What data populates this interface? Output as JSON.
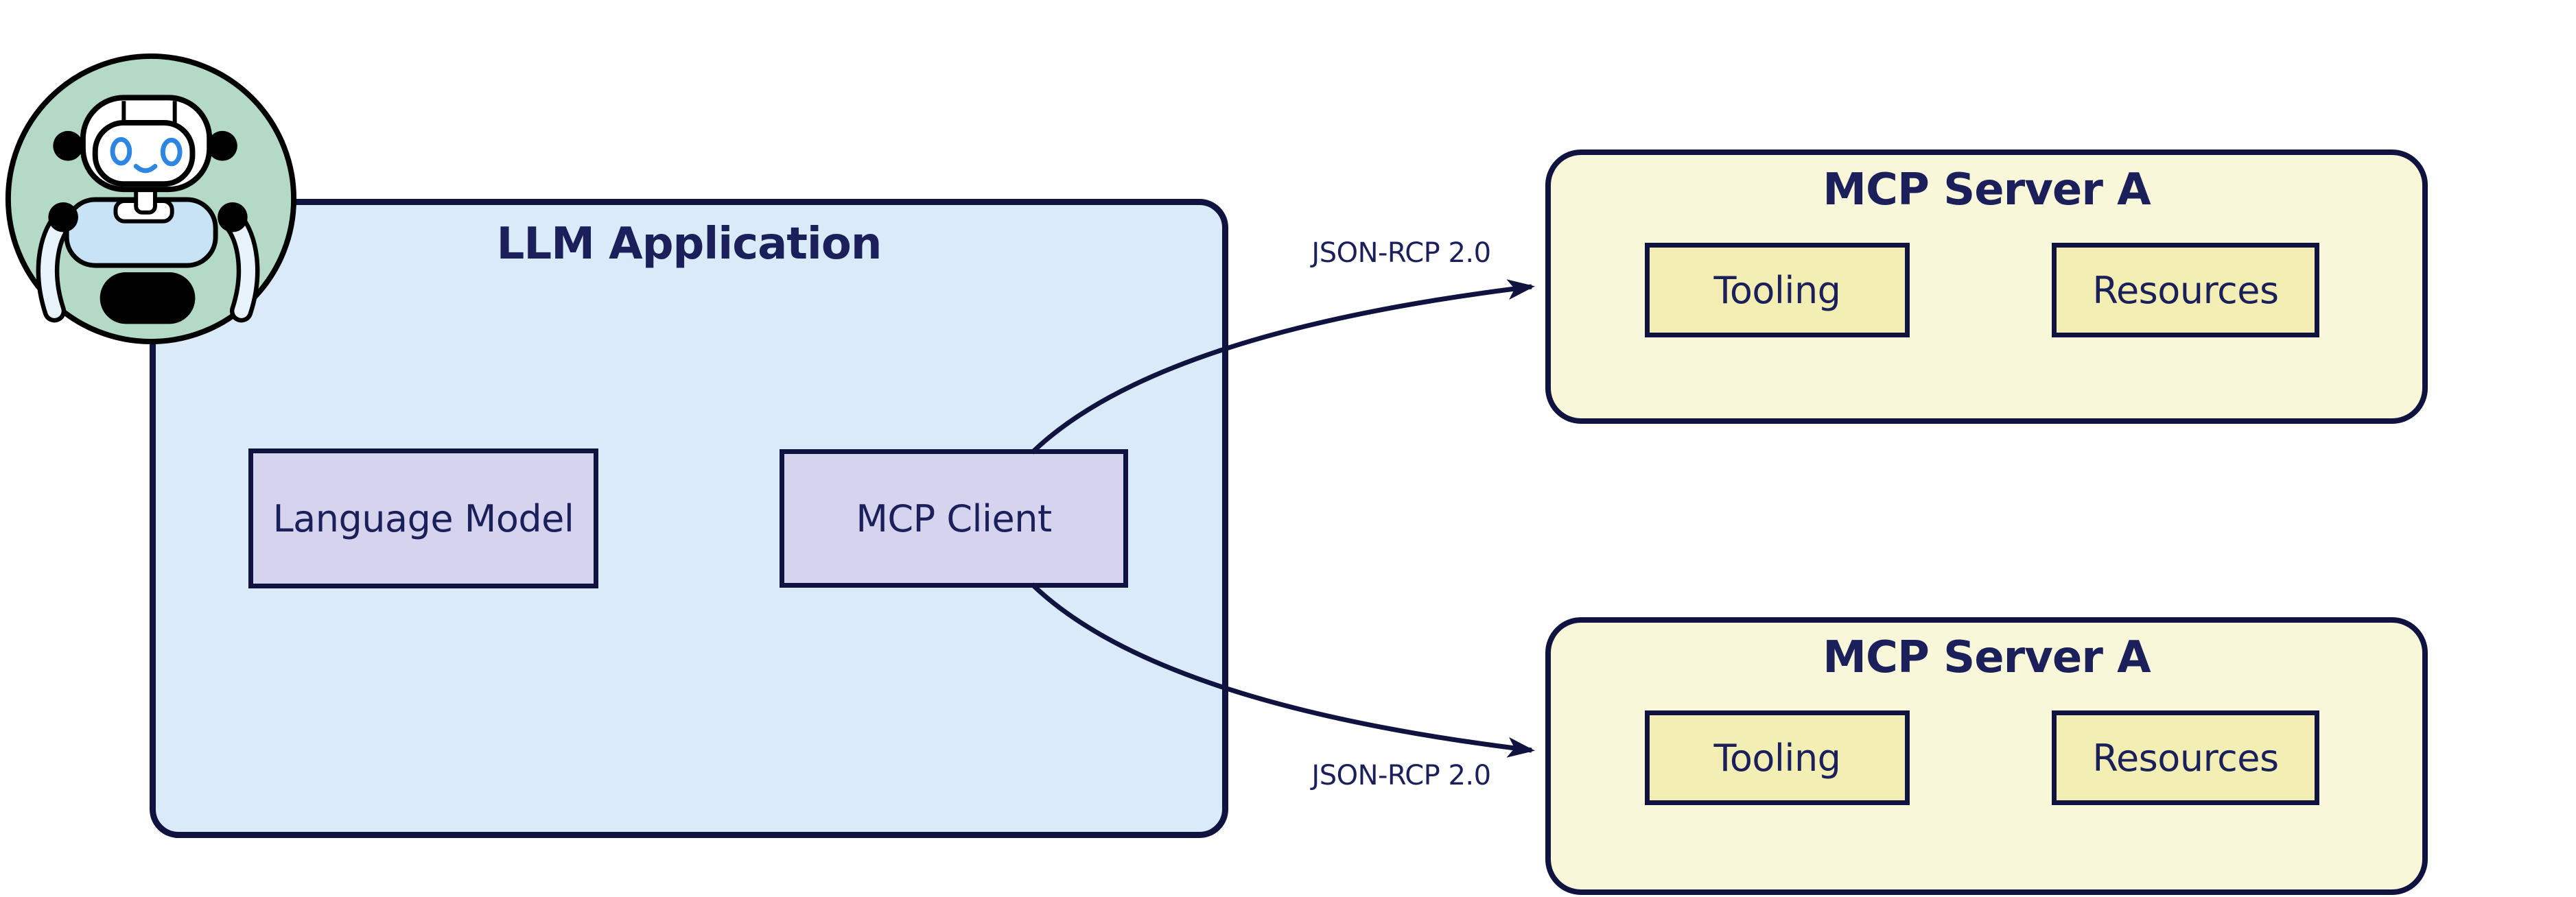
{
  "diagram": {
    "type": "architecture-diagram",
    "description_visible": false
  },
  "colors": {
    "navy": "#10123f",
    "text-navy": "#1b1f5a",
    "llm-fill": "#daeaf8",
    "node-fill": "#d6d3ef",
    "server-fill": "#f8f7da",
    "component-fill": "#f3efb4",
    "canvas-bg": "#ffffff",
    "mascot-green": "#b4d9c6",
    "mascot-blue": "#c9e3f6",
    "mascot-arm": "#e8f2fb",
    "mascot-eye": "#2e86e3"
  },
  "icons": {
    "mascot": "robot-mascot-icon"
  },
  "llm_app": {
    "title": "LLM Application",
    "components": [
      {
        "label": "Language Model"
      },
      {
        "label": "MCP Client"
      }
    ]
  },
  "servers": [
    {
      "title": "MCP Server A",
      "components": [
        {
          "label": "Tooling"
        },
        {
          "label": "Resources"
        }
      ]
    },
    {
      "title": "MCP Server A",
      "components": [
        {
          "label": "Tooling"
        },
        {
          "label": "Resources"
        }
      ]
    }
  ],
  "connections": [
    {
      "label": "JSON-RCP 2.0",
      "from": "MCP Client",
      "to": "MCP Server A (top)"
    },
    {
      "label": "JSON-RCP 2.0",
      "from": "MCP Client",
      "to": "MCP Server A (bottom)"
    }
  ]
}
